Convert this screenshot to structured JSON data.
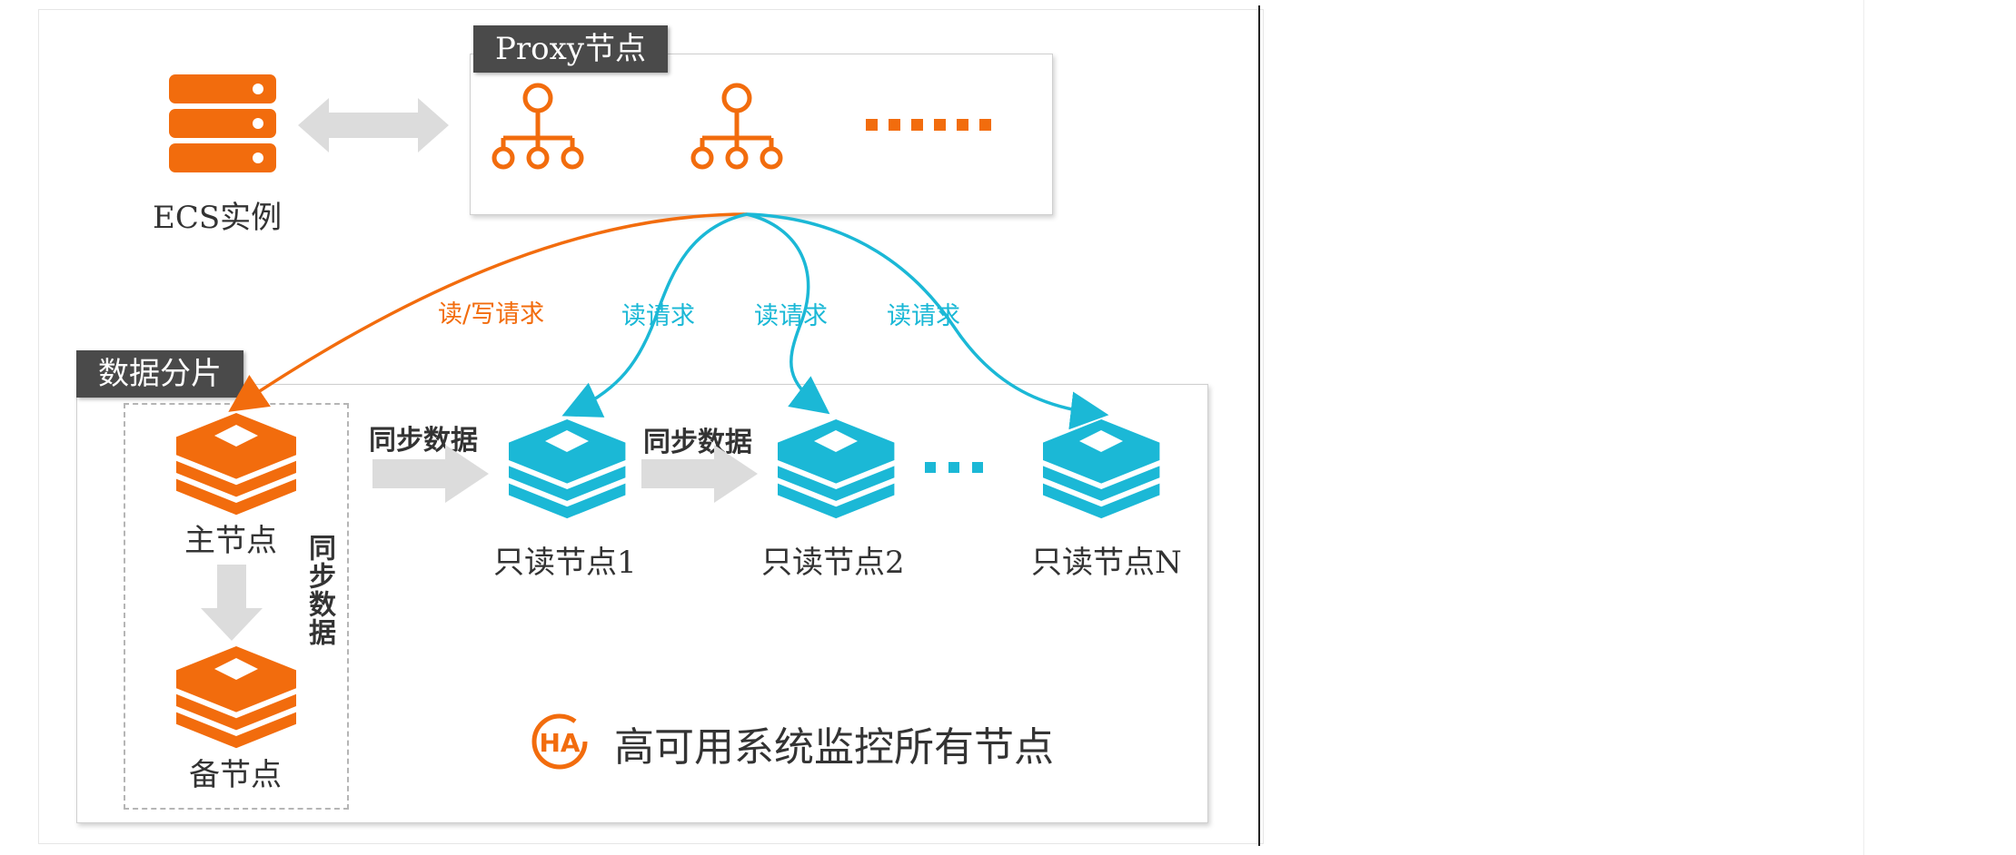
{
  "diagram": {
    "proxy_tag": "Proxy节点",
    "ecs_label": "ECS实例",
    "shard_tag": "数据分片",
    "master_label": "主节点",
    "backup_label": "备节点",
    "sync_vertical": "同步数据",
    "sync_label_1": "同步数据",
    "sync_label_2": "同步数据",
    "readonly_1": "只读节点1",
    "readonly_2": "只读节点2",
    "readonly_n": "只读节点N",
    "rw_request": "读/写请求",
    "read_request_1": "读请求",
    "read_request_2": "读请求",
    "read_request_3": "读请求",
    "ha_badge": "HA",
    "ha_text": "高可用系统监控所有节点",
    "colors": {
      "orange": "#f26c0d",
      "cyan": "#1bb8d6",
      "gray_arrow": "#dcdcdc",
      "tag_bg": "#4a4a4a"
    },
    "icons": [
      "server-stack-icon",
      "proxy-node-icon",
      "redis-stack-icon",
      "ha-icon"
    ]
  }
}
